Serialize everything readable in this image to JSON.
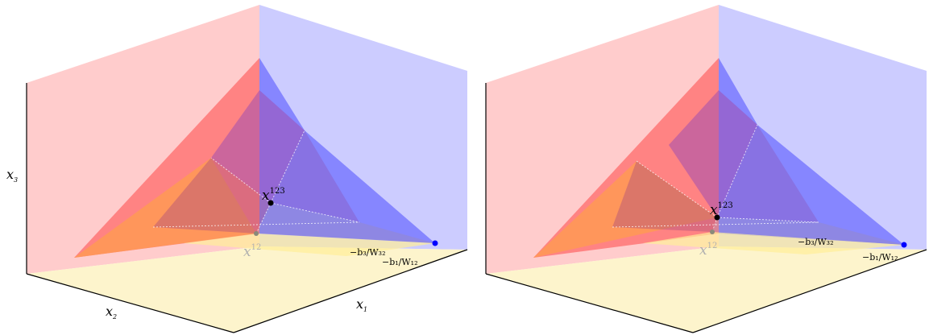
{
  "axis_labels": {
    "x1": "x",
    "x1_sub": "1",
    "x2": "x",
    "x2_sub": "2",
    "x3": "x",
    "x3_sub": "3"
  },
  "points": {
    "p123_base": "x",
    "p123_sup": "123",
    "p12_base": "x",
    "p12_sup": "12"
  },
  "intercepts": {
    "b3_w32": "−b₃/W₃₂",
    "b1_w12": "−b₁/W₁₂"
  },
  "colors": {
    "wall_left": "#ffcccc",
    "wall_right": "#ccccff",
    "floor": "#fdf4cc",
    "red_plane": "#ff7b7b",
    "blue_plane": "#7a7aff",
    "orange_plane": "#ff9a55",
    "purple_plane": "#a05ab8",
    "intercept_dot": "#0000ff"
  }
}
